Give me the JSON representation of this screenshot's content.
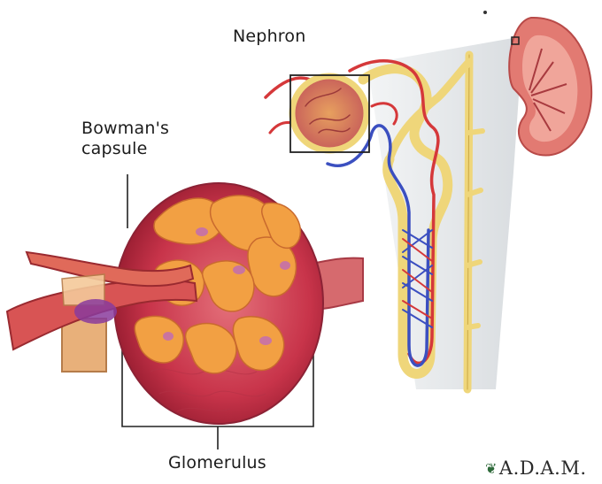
{
  "labels": {
    "nephron": "Nephron",
    "bowmans_capsule": "Bowman's\ncapsule",
    "glomerulus": "Glomerulus"
  },
  "brand": {
    "name": "A.D.A.M."
  },
  "colors": {
    "capsule": "#c8344a",
    "capillary": "#f2a043",
    "artery": "#d5383a",
    "vein": "#3b4fc0",
    "tubule": "#efd67a",
    "kidney": "#e07a74"
  }
}
